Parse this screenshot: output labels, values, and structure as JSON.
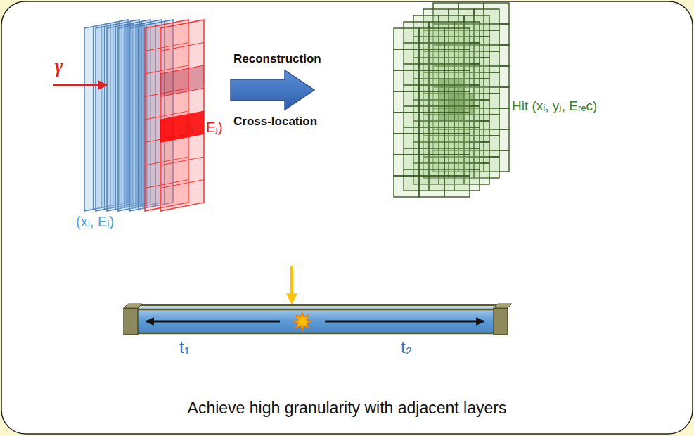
{
  "diagram": {
    "caption": "Achieve high granularity with adjacent layers",
    "labels": [
      "γ",
      "(xᵢ, Eᵢ)",
      "(yⱼ, Eⱼ)",
      "Reconstruction",
      "Cross-location",
      "Hit (xᵢ, yⱼ, Eᵣₑc)",
      "t₁",
      "t₂"
    ]
  }
}
